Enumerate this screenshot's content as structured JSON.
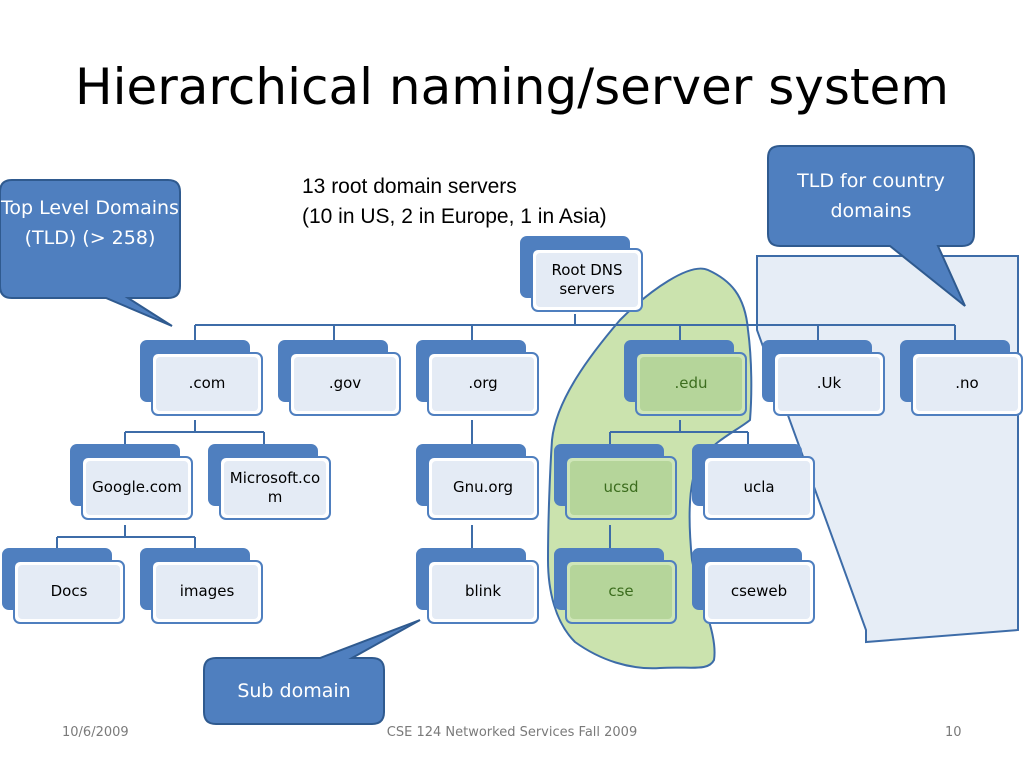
{
  "slide": {
    "title": "Hierarchical naming/server system",
    "note_line1": "13 root domain servers",
    "note_line2": "(10 in US, 2 in Europe, 1 in Asia)"
  },
  "callouts": {
    "tld": "Top Level Domains (TLD) (> 258)",
    "country": "TLD for country domains",
    "subdomain": "Sub domain"
  },
  "nodes": {
    "root": "Root DNS servers",
    "com": ".com",
    "gov": ".gov",
    "org": ".org",
    "edu": ".edu",
    "uk": ".Uk",
    "no": ".no",
    "google": "Google.com",
    "microsoft": "Microsoft.com",
    "gnu": "Gnu.org",
    "ucsd": "ucsd",
    "ucla": "ucla",
    "docs": "Docs",
    "images": "images",
    "blink": "blink",
    "cse": "cse",
    "cseweb": "cseweb"
  },
  "footer": {
    "date": "10/6/2009",
    "course": "CSE 124 Networked Services Fall 2009",
    "page": "10"
  },
  "colors": {
    "accent": "#4f7fbf",
    "highlight_green": "#c5e0a5",
    "country_region": "#e6edf6"
  }
}
